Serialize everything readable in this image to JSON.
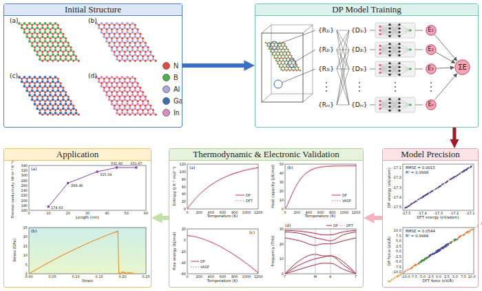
{
  "diagram": {
    "nodes": [
      {
        "text": [
          "Initial Structure"
        ]
      },
      {
        "text": [
          "DP Model Training"
        ]
      },
      {
        "text": [
          "E₁"
        ],
        "in": 1
      },
      {
        "text": [
          "E₂"
        ],
        "in": 1
      },
      {
        "text": [
          "E₃"
        ],
        "in": 1
      },
      {
        "text": [
          "Eₙ"
        ],
        "in": 1
      },
      {
        "text": [
          "ΣE"
        ],
        "in": 1
      },
      {
        "text": [
          "Model Precision"
        ]
      },
      {
        "text": [
          "Thermodynamic & Electronic Validation"
        ]
      },
      {
        "text": [
          "Application"
        ]
      }
    ],
    "edges": [
      {
        "from": 0,
        "to": 1,
        "arrow": "to"
      },
      {
        "from": 2,
        "to": 6,
        "arrow": "to"
      },
      {
        "from": 3,
        "to": 6,
        "arrow": "to"
      },
      {
        "from": 4,
        "to": 6,
        "arrow": "to"
      },
      {
        "from": 5,
        "to": 6,
        "arrow": "to"
      },
      {
        "from": 1,
        "to": 7,
        "arrow": "to"
      },
      {
        "from": 7,
        "to": 8,
        "arrow": "to"
      },
      {
        "from": 8,
        "to": 9,
        "arrow": "to"
      }
    ],
    "labels": [
      "(a)",
      "(b)",
      "(c)",
      "(d)",
      "{R₁ᵢ}",
      "{R₂ᵢ}",
      "{R₃ᵢ}",
      "{Rₙᵢ}",
      "{D₁ᵢ}",
      "{D₂ᵢ}",
      "{D₃ᵢ}",
      "{Dₙᵢ}",
      "RMSE = 0.0015",
      "R² = 0.9998",
      "-17.5",
      "-17.4",
      "-17.3",
      "-17.2",
      "-17.1",
      "-17.5",
      "-17.4",
      "-17.3",
      "-17.2",
      "-17.1",
      "DFT energy (eV/atom)",
      "DP energy (eV/atom)",
      "RMSE = 0.0544",
      "R² = 0.9986",
      "-10.0",
      "-7.5",
      "-5.0",
      "-2.5",
      "0.0",
      "2.5",
      "5.0",
      "7.5",
      "10.0",
      "-10.0",
      "-7.5",
      "-5.0",
      "-2.5",
      "0.0",
      "2.5",
      "5.0",
      "7.5",
      "10.0",
      "DFT force (eV/Å)",
      "DP force (eV/Å)",
      "(a)",
      "DP",
      "DFT",
      "0",
      "20",
      "40",
      "60",
      "80",
      "100",
      "120",
      "0",
      "200",
      "400",
      "600",
      "800",
      "1000",
      "1200",
      "Temperature (K)",
      "Entropy (J K⁻¹ mol⁻¹)",
      "(b)",
      "DP",
      "VASP",
      "0",
      "10",
      "20",
      "30",
      "40",
      "50",
      "0",
      "200",
      "400",
      "600",
      "800",
      "1000",
      "1200",
      "Temperature (K)",
      "Heat capacity (J/K/mol)",
      "(c)",
      "DP",
      "VASP",
      "20",
      "0",
      "-20",
      "-40",
      "-60",
      "0",
      "200",
      "400",
      "600",
      "800",
      "1000",
      "1200",
      "Temperature (K)",
      "Free energy (kJ/mol)",
      "(d)",
      "DP",
      "DFT",
      "Γ",
      "M",
      "K",
      "Γ",
      "0",
      "10",
      "20",
      "30",
      "Frequency (THz)",
      "(a)",
      "174.63",
      "269.46",
      "315.04",
      "331.60",
      "331.67",
      "160",
      "180",
      "200",
      "220",
      "240",
      "260",
      "280",
      "300",
      "320",
      "340",
      "0",
      "10",
      "20",
      "30",
      "40",
      "50",
      "60",
      "Length (nm)",
      "Thermal conductivity (W m⁻¹ K⁻¹)",
      "(b)",
      "0",
      "5",
      "10",
      "15",
      "20",
      "25",
      "0.00",
      "0.05",
      "0.10",
      "0.15",
      "0.20",
      "0.25",
      "Strain",
      "Stress (GPa)"
    ],
    "legend": [
      {
        "text": "N",
        "color": "#e8473c"
      },
      {
        "text": "B",
        "color": "#4caf50"
      },
      {
        "text": "Al",
        "color": "#b0a8e0"
      },
      {
        "text": "Ga",
        "color": "#3a6fb8"
      },
      {
        "text": "In",
        "color": "#d98cc0"
      }
    ]
  }
}
